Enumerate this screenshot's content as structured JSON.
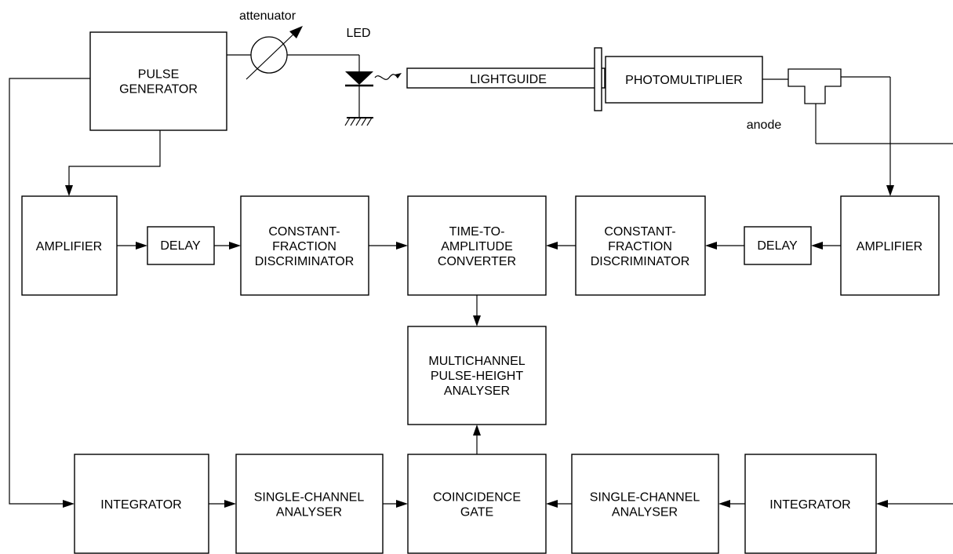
{
  "blocks": {
    "pulse_generator": [
      "PULSE",
      "GENERATOR"
    ],
    "lightguide": [
      "LIGHTGUIDE"
    ],
    "photomultiplier": [
      "PHOTOMULTIPLIER"
    ],
    "amplifier_left": [
      "AMPLIFIER"
    ],
    "delay_left": [
      "DELAY"
    ],
    "cfd_left": [
      "CONSTANT-",
      "FRACTION",
      "DISCRIMINATOR"
    ],
    "tac": [
      "TIME-TO-",
      "AMPLITUDE",
      "CONVERTER"
    ],
    "cfd_right": [
      "CONSTANT-",
      "FRACTION",
      "DISCRIMINATOR"
    ],
    "delay_right": [
      "DELAY"
    ],
    "amplifier_right": [
      "AMPLIFIER"
    ],
    "mca": [
      "MULTICHANNEL",
      "PULSE-HEIGHT",
      "ANALYSER"
    ],
    "integrator_left": [
      "INTEGRATOR"
    ],
    "sca_left": [
      "SINGLE-CHANNEL",
      "ANALYSER"
    ],
    "coincidence_gate": [
      "COINCIDENCE",
      "GATE"
    ],
    "sca_right": [
      "SINGLE-CHANNEL",
      "ANALYSER"
    ],
    "integrator_right": [
      "INTEGRATOR"
    ]
  },
  "labels": {
    "attenuator": "attenuator",
    "led": "LED",
    "anode": "anode"
  }
}
